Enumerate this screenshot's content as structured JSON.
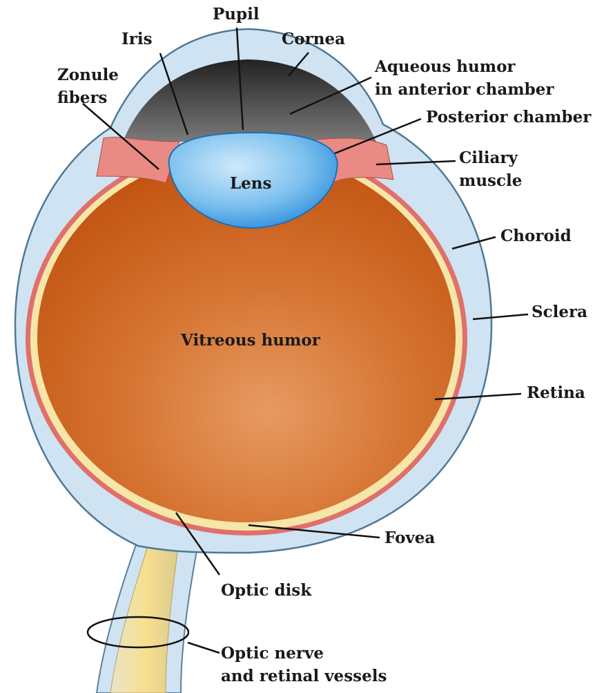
{
  "labels": {
    "pupil": "Pupil",
    "iris": "Iris",
    "cornea": "Cornea",
    "aqueous_1": "Aqueous humor",
    "aqueous_2": "in anterior chamber",
    "zonule_1": "Zonule",
    "zonule_2": "fibers",
    "posterior_chamber": "Posterior chamber",
    "ciliary_1": "Ciliary",
    "ciliary_2": "muscle",
    "lens": "Lens",
    "choroid": "Choroid",
    "sclera": "Sclera",
    "vitreous": "Vitreous humor",
    "retina": "Retina",
    "fovea": "Fovea",
    "optic_disk": "Optic disk",
    "optic_nerve_1": "Optic nerve",
    "optic_nerve_2": "and retinal vessels"
  },
  "colors": {
    "sclera": "#cfe3f2",
    "choroid": "#e0706a",
    "retina": "#f6e6a8",
    "vitreous": "#d0661f",
    "lens": "#5fb0e8",
    "anterior_chamber": "#4a4a4a",
    "optic_nerve": "#f3d98a"
  }
}
